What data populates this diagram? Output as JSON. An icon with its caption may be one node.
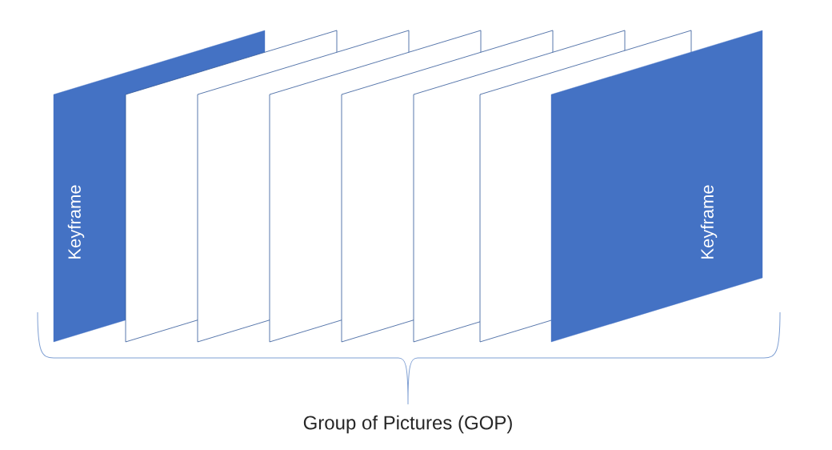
{
  "diagram": {
    "nodes": [
      {
        "text": [
          "Keyframe"
        ]
      },
      {
        "text": [],
        "shape": "parallelogram"
      },
      {
        "text": [],
        "shape": "parallelogram"
      },
      {
        "text": [],
        "shape": "parallelogram"
      },
      {
        "text": [],
        "shape": "parallelogram"
      },
      {
        "text": [],
        "shape": "parallelogram"
      },
      {
        "text": [],
        "shape": "parallelogram"
      },
      {
        "text": [
          "Keyframe"
        ]
      }
    ],
    "labels": [
      "Group of Pictures (GOP)"
    ]
  }
}
